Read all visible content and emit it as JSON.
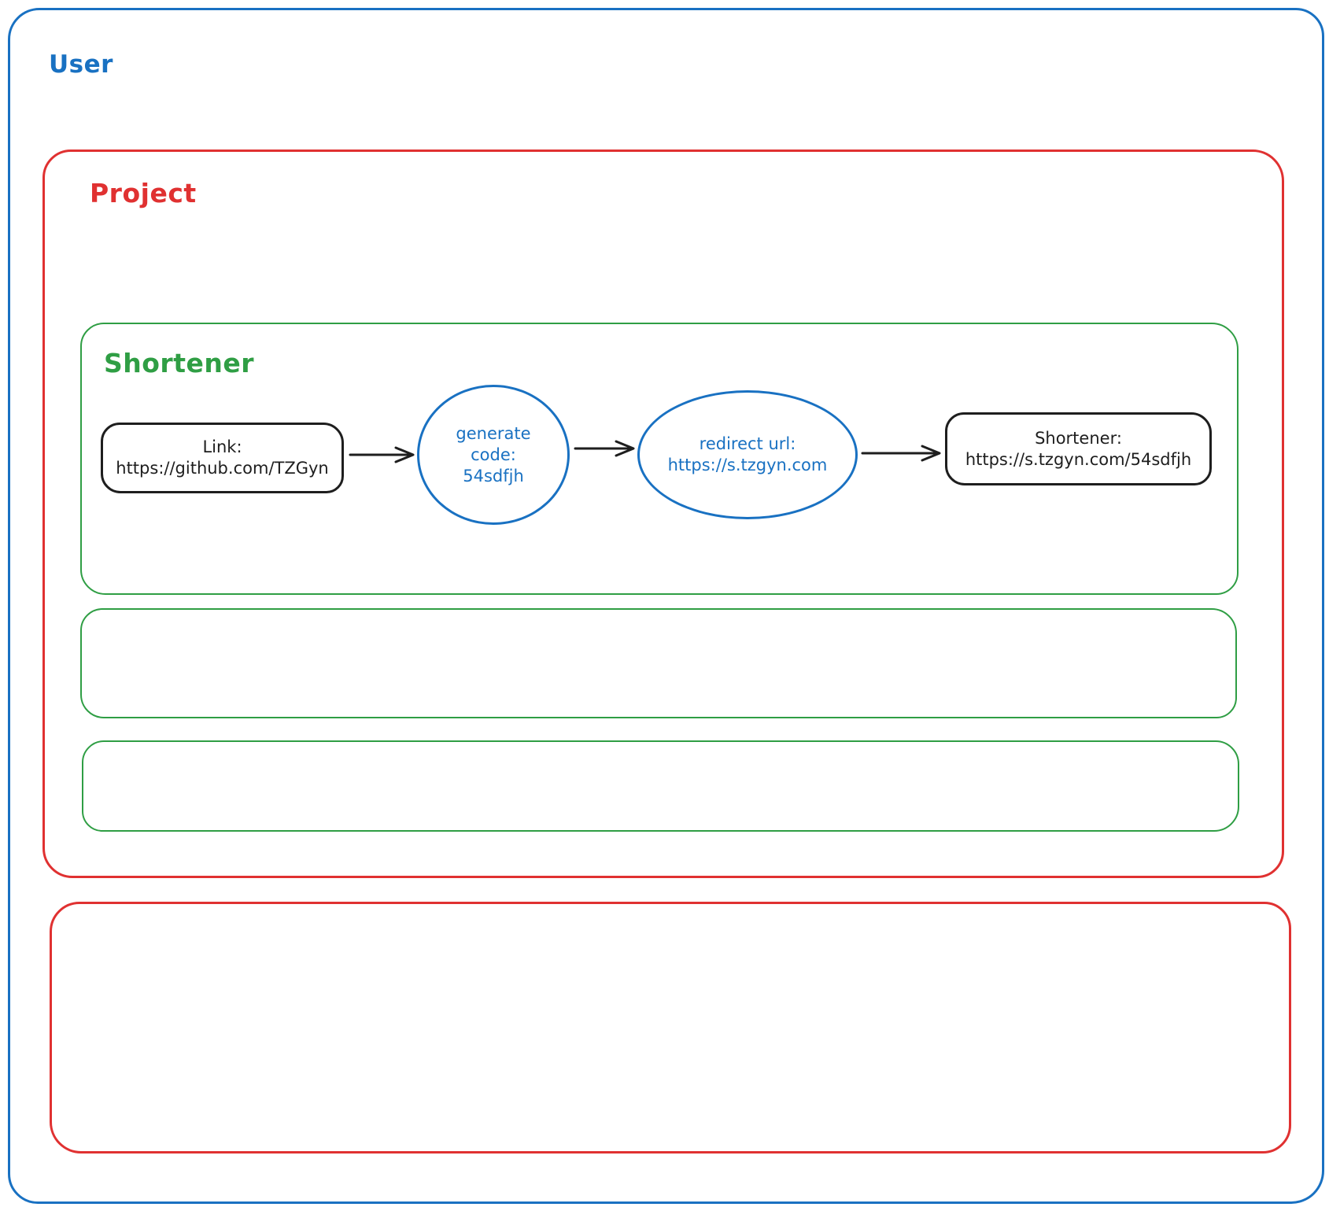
{
  "colors": {
    "blue": "#1971c2",
    "red": "#e03131",
    "green": "#2f9e44",
    "ink": "#1e1e1e"
  },
  "user": {
    "label": "User"
  },
  "project": {
    "label": "Project"
  },
  "shortener": {
    "label": "Shortener",
    "link_node": {
      "title": "Link:",
      "url": "https://github.com/TZGyn"
    },
    "generate_node": {
      "line1": "generate",
      "line2": "code:",
      "line3": "54sdfjh"
    },
    "redirect_node": {
      "title": "redirect url:",
      "url": "https://s.tzgyn.com"
    },
    "result_node": {
      "title": "Shortener:",
      "url": "https://s.tzgyn.com/54sdfjh"
    }
  }
}
